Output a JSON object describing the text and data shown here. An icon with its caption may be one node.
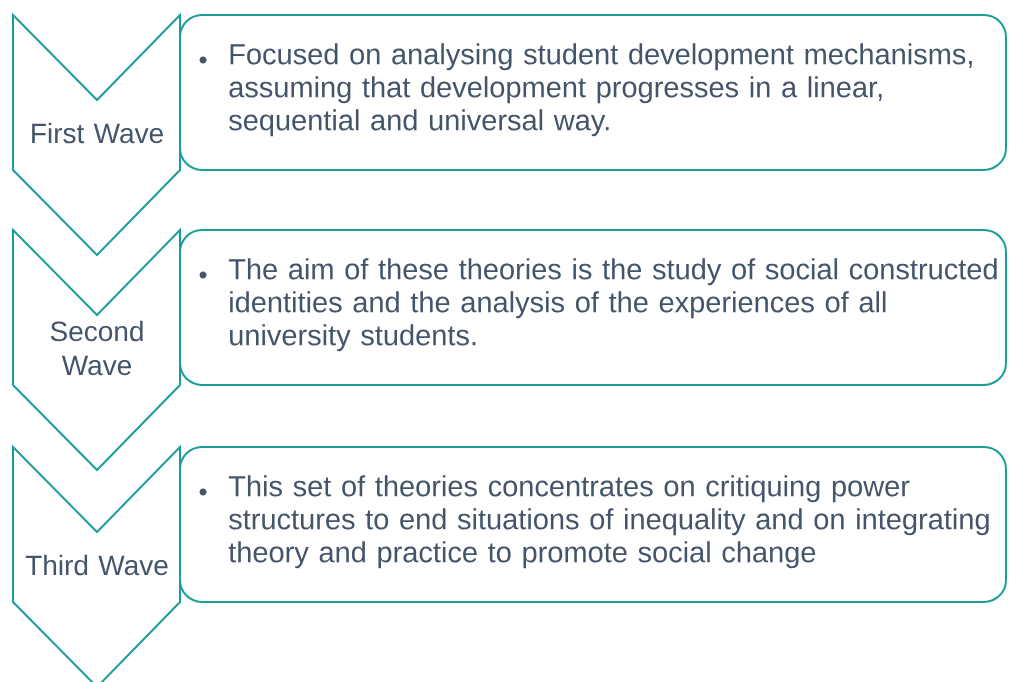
{
  "diagram": {
    "nodes": [
      {
        "text": [
          "First Wave"
        ]
      },
      {
        "text": [
          "Focused on analysing student development mechanisms, assuming that development progresses in a linear, sequential and universal way."
        ]
      },
      {
        "text": [
          "Second Wave"
        ]
      },
      {
        "text": [
          "The aim of these theories is the study of social constructed identities and the analysis of the experiences of all university students."
        ]
      },
      {
        "text": [
          "Third Wave"
        ]
      },
      {
        "text": [
          "This set of theories concentrates on critiquing power structures to end situations of inequality and on integrating theory and practice to promote social change"
        ]
      }
    ]
  }
}
